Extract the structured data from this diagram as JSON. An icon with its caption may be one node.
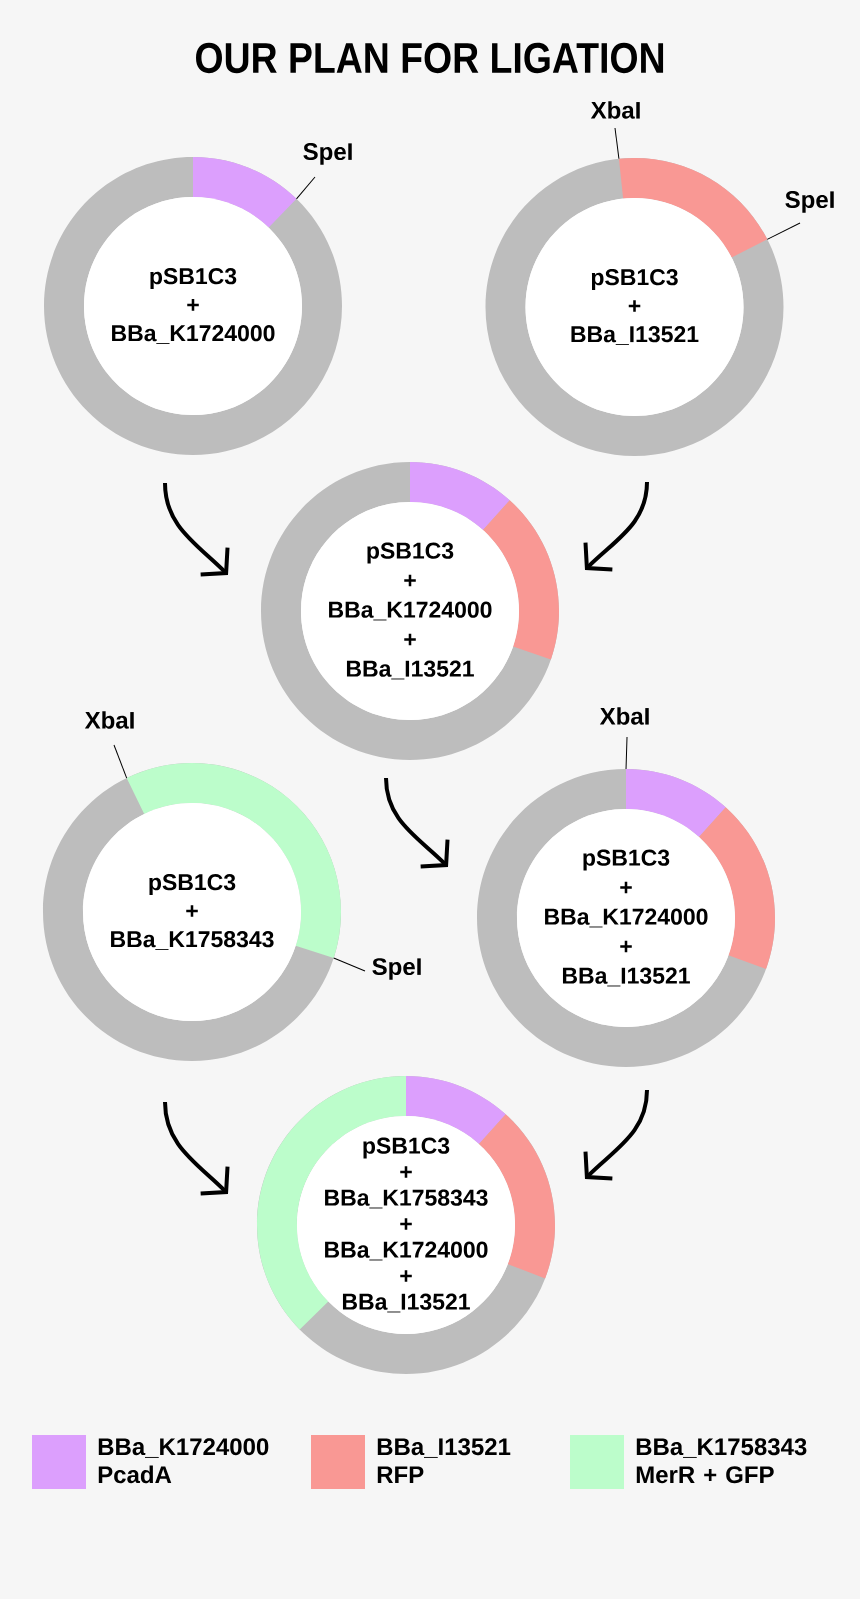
{
  "diagram": {
    "title": "OUR PLAN FOR LIGATION",
    "nodes": [
      {
        "text": [
          "pSB1C3 + BBa_K1724000"
        ]
      },
      {
        "text": [
          "SpeI"
        ]
      },
      {
        "text": [
          "XbaI"
        ]
      },
      {
        "text": [
          "pSB1C3 + BBa_I13521"
        ]
      },
      {
        "text": [
          "SpeI"
        ]
      },
      {
        "text": [
          "pSB1C3 + BBa_K1724000 + BBa_I13521"
        ]
      },
      {
        "text": [
          "XbaI"
        ]
      },
      {
        "text": [
          "XbaI"
        ]
      },
      {
        "text": [
          "pSB1C3 + BBa_K1758343"
        ]
      },
      {
        "text": [
          "pSB1C3 + BBa_K1724000 + BBa_I13521"
        ]
      },
      {
        "text": [
          "SpeI"
        ]
      },
      {
        "text": [
          "pSB1C3 + BBa_K1758343 + BBa_K1724000 + BBa_I13521"
        ]
      }
    ],
    "edges": [
      {
        "from": 1,
        "to": 0,
        "arrow": "none"
      },
      {
        "from": 2,
        "to": 3,
        "arrow": "none"
      },
      {
        "from": 4,
        "to": 3,
        "arrow": "none"
      },
      {
        "from": 0,
        "to": 5,
        "arrow": "to",
        "style": "thick"
      },
      {
        "from": 3,
        "to": 5,
        "arrow": "to",
        "style": "thick"
      },
      {
        "from": 6,
        "to": 8,
        "arrow": "none"
      },
      {
        "from": 7,
        "to": 9,
        "arrow": "none"
      },
      {
        "from": 10,
        "to": 8,
        "arrow": "none"
      },
      {
        "from": 5,
        "to": 9,
        "arrow": "to",
        "style": "thick"
      },
      {
        "from": 8,
        "to": 11,
        "arrow": "to",
        "style": "thick"
      },
      {
        "from": 9,
        "to": 11,
        "arrow": "to",
        "style": "thick"
      }
    ],
    "legend": [
      {
        "text": "BBa_K1724000 PcadA",
        "color": "#dc9ffd"
      },
      {
        "text": "BBa_I13521 RFP",
        "color": "#f99894"
      },
      {
        "text": "BBa_K1758343 MerR + GFP",
        "color": "#bcfdcb"
      }
    ]
  }
}
